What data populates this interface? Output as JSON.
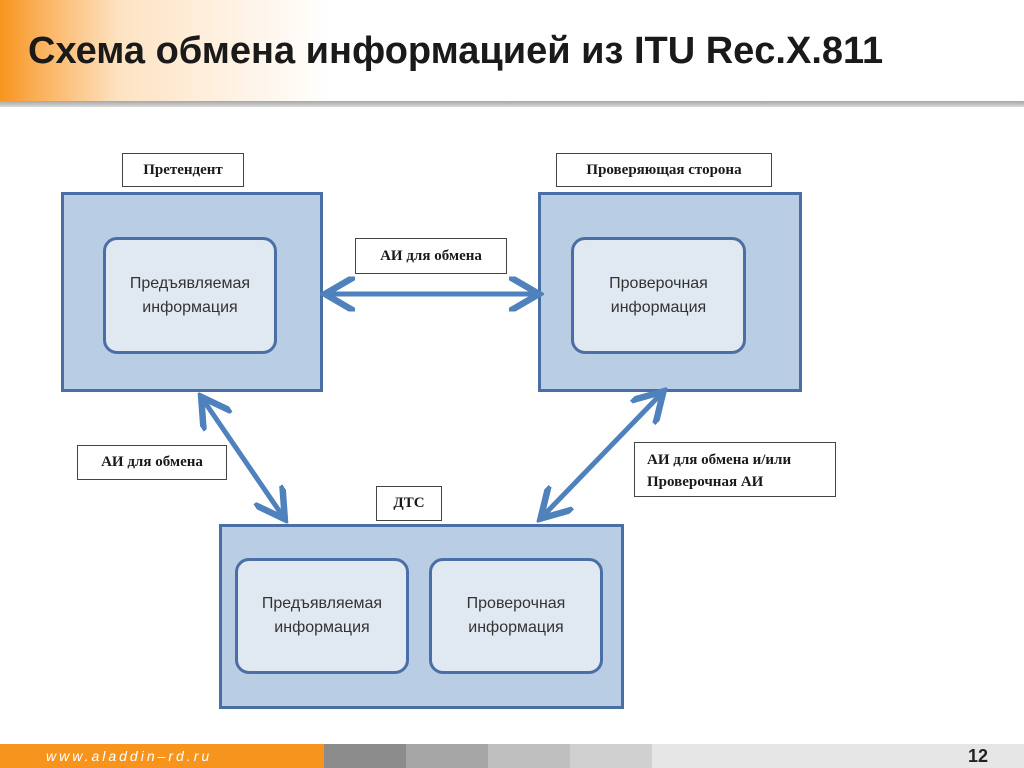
{
  "slide": {
    "title": "Схема обмена информацией из ITU Rec.X.811"
  },
  "diagram": {
    "claimant": {
      "label": "Претендент",
      "inner": [
        "Предъявляемая",
        "информация"
      ]
    },
    "verifier": {
      "label": "Проверяющая сторона",
      "inner": [
        "Проверочная",
        "информация"
      ]
    },
    "ttp": {
      "label": "ДТС",
      "inner_left": [
        "Предъявляемая",
        "информация"
      ],
      "inner_right": [
        "Проверочная",
        "информация"
      ]
    },
    "edges": {
      "claimant_verifier": "АИ для обмена",
      "claimant_ttp": "АИ для обмена",
      "verifier_ttp": [
        "АИ для обмена и/или",
        "Проверочная АИ"
      ]
    }
  },
  "footer": {
    "url": "www.aladdin–rd.ru",
    "page": "12"
  },
  "colors": {
    "accent": "#f7941d",
    "box_fill": "#b9cde5",
    "inner_fill": "#e0e8f2",
    "border": "#4a6fa5",
    "arrow": "#4f81bd"
  }
}
